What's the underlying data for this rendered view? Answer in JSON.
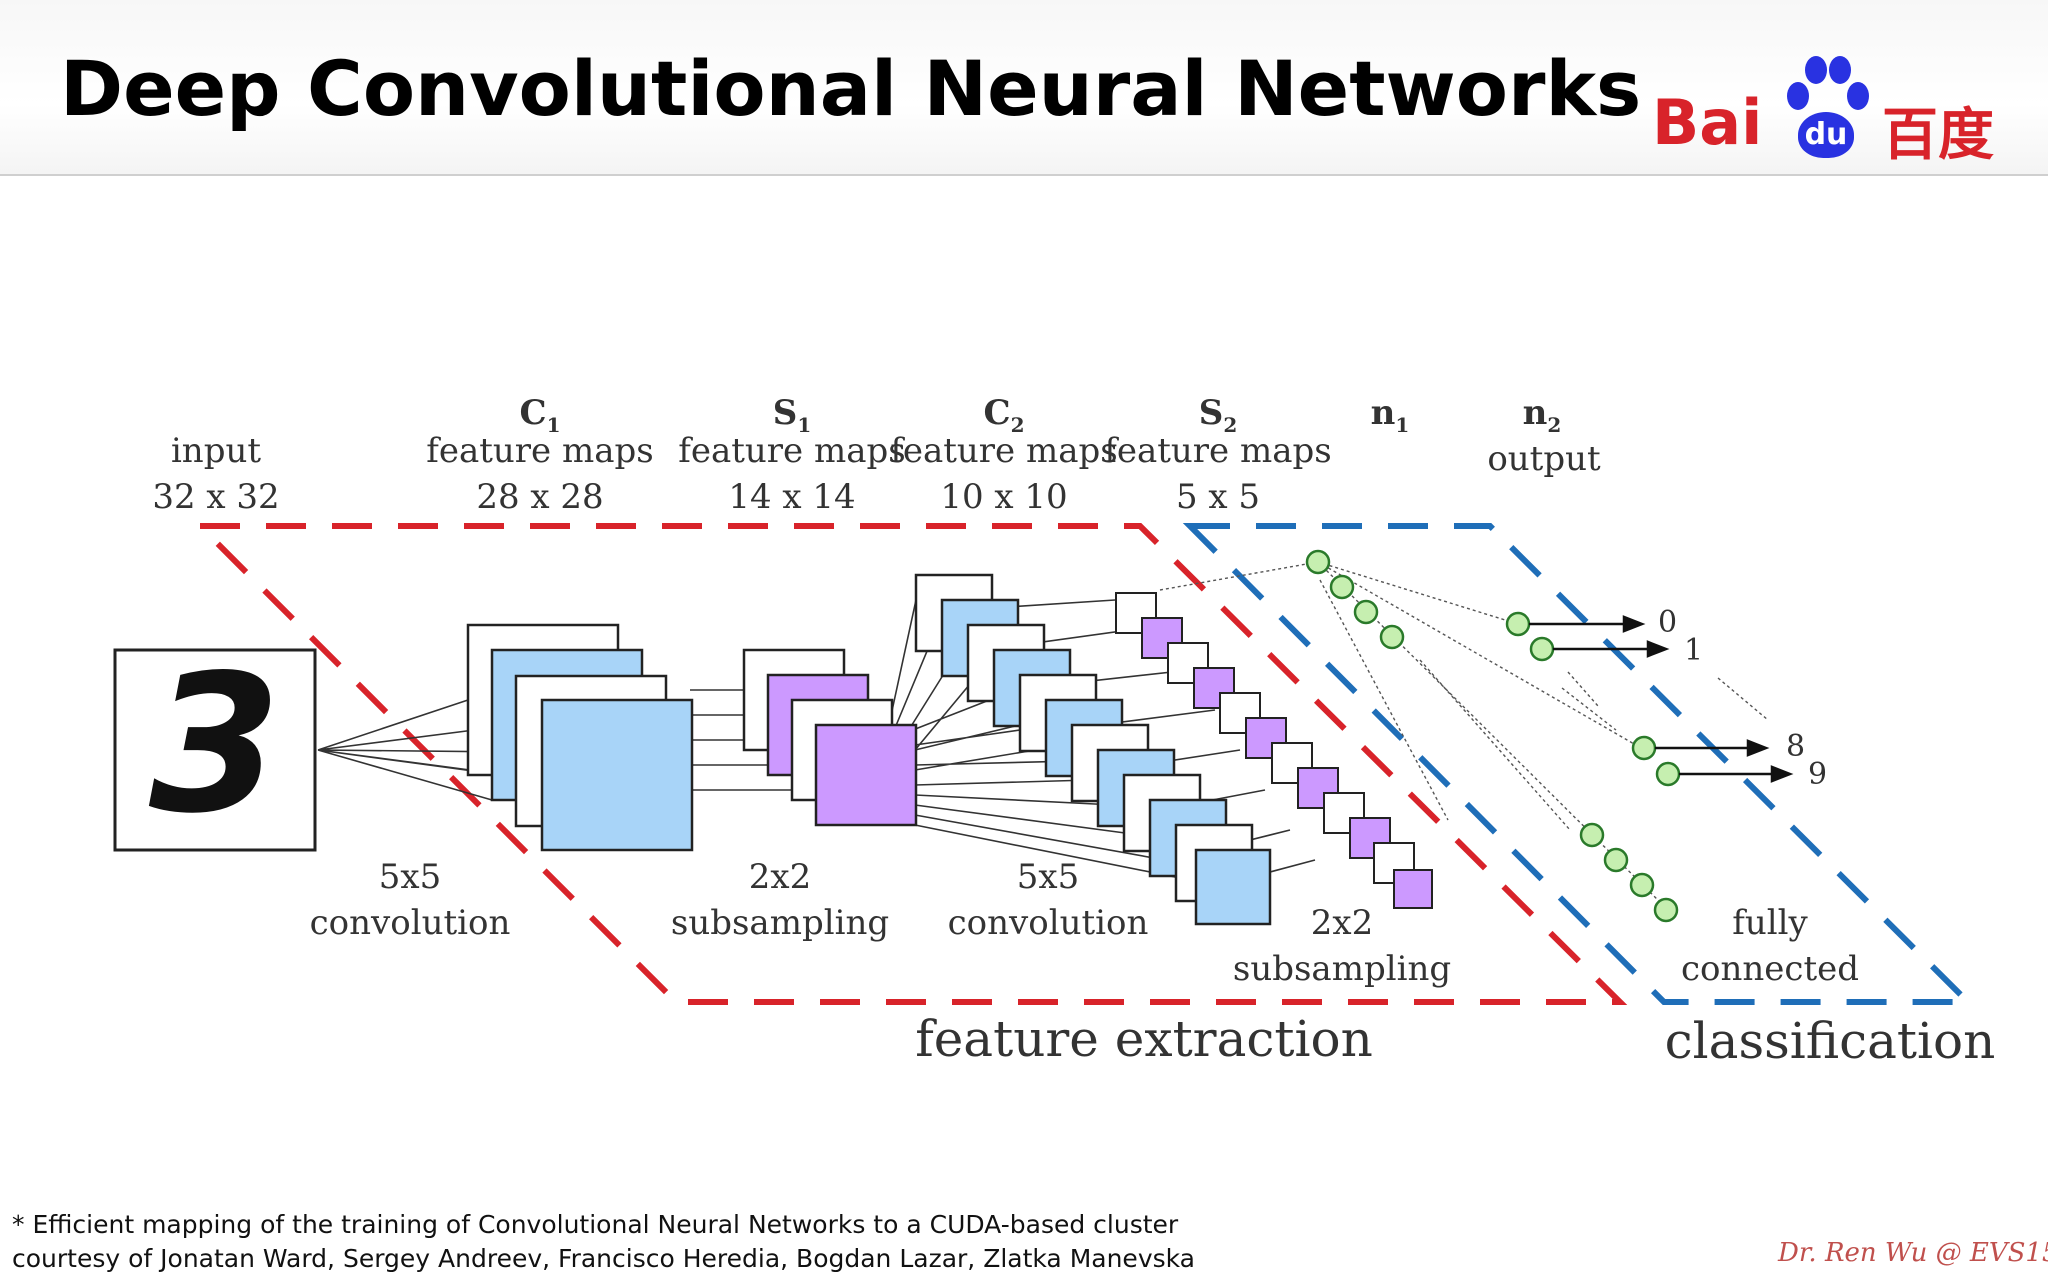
{
  "slide": {
    "title": "Deep Convolutional Neural Networks",
    "logo": {
      "text": "Bai",
      "badge": "du",
      "chinese": "百度",
      "color": "#d8232a",
      "badge_color": "#2932e1"
    },
    "footnote": {
      "line1": "* Efficient mapping of the training of Convolutional Neural Networks to a CUDA-based cluster",
      "line2": "courtesy of Jonatan Ward, Sergey Andreev, Francisco Heredia, Bogdan Lazar, Zlatka Manevska"
    },
    "signature": "Dr. Ren Wu @ EVS15"
  },
  "diagram": {
    "colors": {
      "feature_box": "#d8232a",
      "class_box": "#1f6eb8",
      "c_maps": "#a8d4f8",
      "s_maps": "#cc99ff",
      "neurons": "#c6efb0"
    },
    "input": {
      "digit": "3"
    },
    "layers": [
      {
        "id": "input",
        "name": "",
        "sub": "",
        "l1": "input",
        "l2": "32 x 32"
      },
      {
        "id": "c1",
        "name": "C",
        "sub": "1",
        "l1": "feature maps",
        "l2": "28 x 28"
      },
      {
        "id": "s1",
        "name": "S",
        "sub": "1",
        "l1": "feature maps",
        "l2": "14 x 14"
      },
      {
        "id": "c2",
        "name": "C",
        "sub": "2",
        "l1": "feature maps",
        "l2": "10 x 10"
      },
      {
        "id": "s2",
        "name": "S",
        "sub": "2",
        "l1": "feature maps",
        "l2": "5 x 5"
      },
      {
        "id": "n1",
        "name": "n",
        "sub": "1",
        "l1": "",
        "l2": ""
      },
      {
        "id": "n2",
        "name": "n",
        "sub": "2",
        "l1": "output",
        "l2": ""
      }
    ],
    "operations": [
      {
        "l1": "5x5",
        "l2": "convolution"
      },
      {
        "l1": "2x2",
        "l2": "subsampling"
      },
      {
        "l1": "5x5",
        "l2": "convolution"
      },
      {
        "l1": "2x2",
        "l2": "subsampling"
      },
      {
        "l1": "fully",
        "l2": "connected"
      }
    ],
    "regions": {
      "feature": "feature extraction",
      "classification": "classification"
    },
    "outputs": [
      "0",
      "1",
      "8",
      "9"
    ]
  }
}
